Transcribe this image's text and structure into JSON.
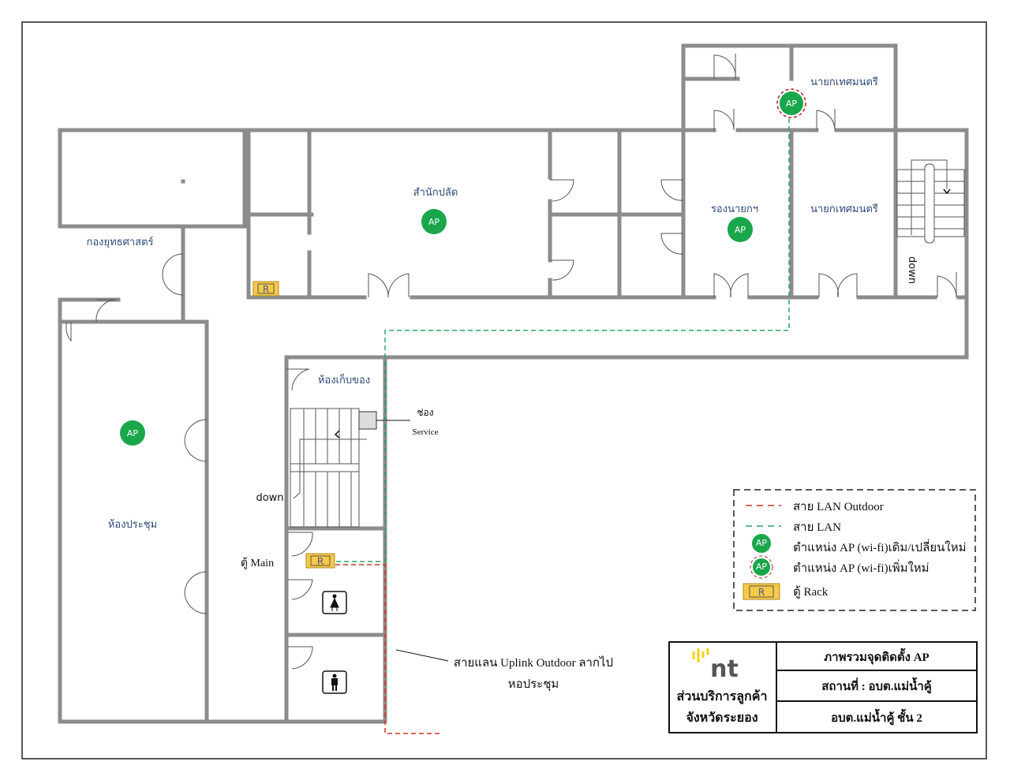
{
  "rooms": {
    "top_left_office": "สำนักปลัด",
    "deputy_mayor": "รองนายกฯ",
    "mayor_upper": "นายกเทศมนตรี",
    "mayor_lower": "นายกเทศมนตรี",
    "strategy": "กองยุทธศาสตร์",
    "meeting": "ห้องประชุม",
    "storage": "ห้องเก็บของ"
  },
  "ap_label": "AP",
  "rack_label": "R",
  "service_shaft": {
    "line1": "ช่อง",
    "line2": "Service"
  },
  "stairs_down_left": "down",
  "stairs_down_right": "down",
  "main_rack_label": "ตู้ Main",
  "uplink_note": {
    "line1": "สายแลน Uplink Outdoor ลากไป",
    "line2": "หอประชุม"
  },
  "legend": [
    {
      "icon": "red-dashed-line",
      "label": "สาย LAN Outdoor"
    },
    {
      "icon": "green-dashed-line",
      "label": "สาย LAN"
    },
    {
      "icon": "ap-existing-icon",
      "label": "ตำแหน่ง AP (wi-fi)เดิม/เปลี่ยนใหม่"
    },
    {
      "icon": "ap-new-icon",
      "label": "ตำแหน่ง AP (wi-fi)เพิ่มใหม่"
    },
    {
      "icon": "rack-icon",
      "label": "ตู้ Rack"
    }
  ],
  "title_block": {
    "logo_text": "nt",
    "org_line1": "ส่วนบริการลูกค้า",
    "org_line2": "จังหวัดระยอง",
    "title": "ภาพรวมจุดติดตั้ง AP",
    "location": "สถานที่ :  อบต.แม่น้ำคู้",
    "floor": "อบต.แม่น้ำคู้ ชั้น 2"
  },
  "colors": {
    "ap_green": "#1aa64a",
    "lan_green": "#2aa860",
    "lan_red": "#d9302a",
    "rack_yellow": "#f7c948",
    "wall": "#8c8c8c"
  }
}
